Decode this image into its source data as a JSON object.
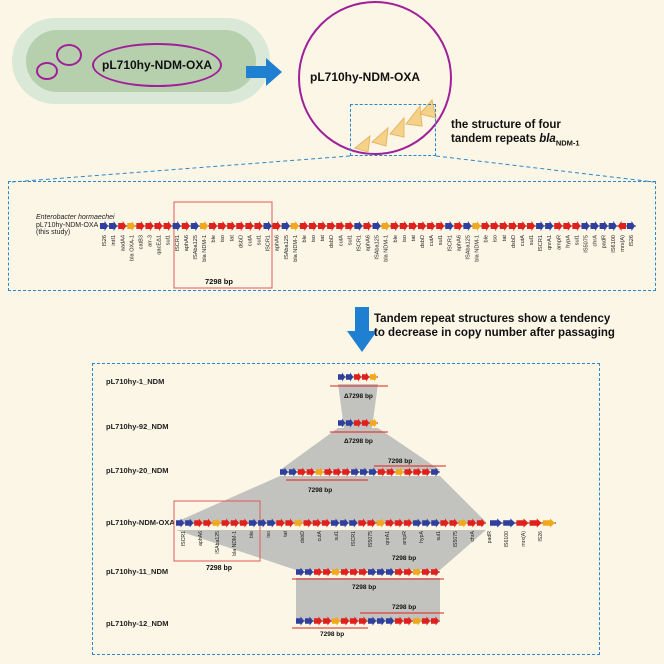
{
  "top": {
    "cell_plasmid_label": "pL710hy-NDM-OXA",
    "circle_plasmid_label": "pL710hy-NDM-OXA",
    "tandem_label_line1": "the structure of  four",
    "tandem_label_line2_pre": "tandem repeats ",
    "tandem_label_gene": "bla",
    "tandem_label_sub": "NDM-1"
  },
  "map": {
    "organism": "Enterobacter hormaechei",
    "plasmid": "pL710hy-NDM-OXA",
    "note": "(this study)",
    "box_label": "7298 bp",
    "genes": [
      "IS26",
      "intI1",
      "aadA4",
      "bla OXA-1",
      "catB3",
      "arr-3",
      "qacEΔ1",
      "sul1",
      "ISCR1",
      "aphA6",
      "ISAba125",
      "bla NDM-1",
      "ble",
      "iso",
      "tat",
      "dsbD",
      "cutA",
      "sul1",
      "ISCR1",
      "aphA6",
      "ISAba125",
      "bla NDM-1",
      "ble",
      "iso",
      "tat",
      "dsbD",
      "cutA",
      "sul1",
      "ISCR1",
      "aphA6",
      "ISAba125",
      "bla NDM-1",
      "ble",
      "iso",
      "tat",
      "dsbD",
      "cutA",
      "sul1",
      "ISCR1",
      "aphA6",
      "ISAba125",
      "bla NDM-1",
      "ble",
      "iso",
      "tat",
      "dsbD",
      "cutA",
      "sul1",
      "ISCR1",
      "qnrA1",
      "ampR",
      "hypA",
      "sul1",
      "IS5075",
      "chrA",
      "padR",
      "IS6100",
      "mrx(A)",
      "IS26"
    ]
  },
  "conclusion": {
    "line1": "Tandem repeat structures show a tendency",
    "line2": "to decrease in copy number after passaging"
  },
  "comparison": {
    "rows": [
      {
        "name": "pL710hy-1_NDM",
        "bp_label": "Δ7298 bp"
      },
      {
        "name": "pL710hy-92_NDM",
        "bp_label": "Δ7298 bp"
      },
      {
        "name": "pL710hy-20_NDM",
        "bp_label_top": "7298 bp",
        "bp_label_bottom": "7298 bp"
      },
      {
        "name": "pL710hy-NDM-OXA",
        "bp_label": "7298 bp"
      },
      {
        "name": "pL710hy-11_NDM",
        "bp_label": "7298 bp"
      },
      {
        "name": "pL710hy-12_NDM",
        "bp_label_top": "7298 bp",
        "bp_label_bottom": "7298 bp"
      }
    ],
    "ref_box_label": "7298 bp",
    "ref_genes": [
      "ISCR1",
      "aphA6",
      "ISAba125",
      "bla NDM-1",
      "ble",
      "iso",
      "tat",
      "dsbD",
      "cutA",
      "sul1",
      "ISCR1",
      "IS5075",
      "qnrA1",
      "ampR",
      "hypA",
      "sul1",
      "IS5075",
      "chrA",
      "padR",
      "IS6100",
      "mrx(A)",
      "IS26"
    ]
  },
  "colors": {
    "blue_arrow": "#2e3f9e",
    "red_arrow": "#e0201c",
    "orange_arrow": "#f2a81d",
    "purple_line": "#a0209a",
    "dashed_box": "#2f86c6",
    "flow_arrow": "#1f7fd0",
    "shade": "#b9b9b9"
  }
}
